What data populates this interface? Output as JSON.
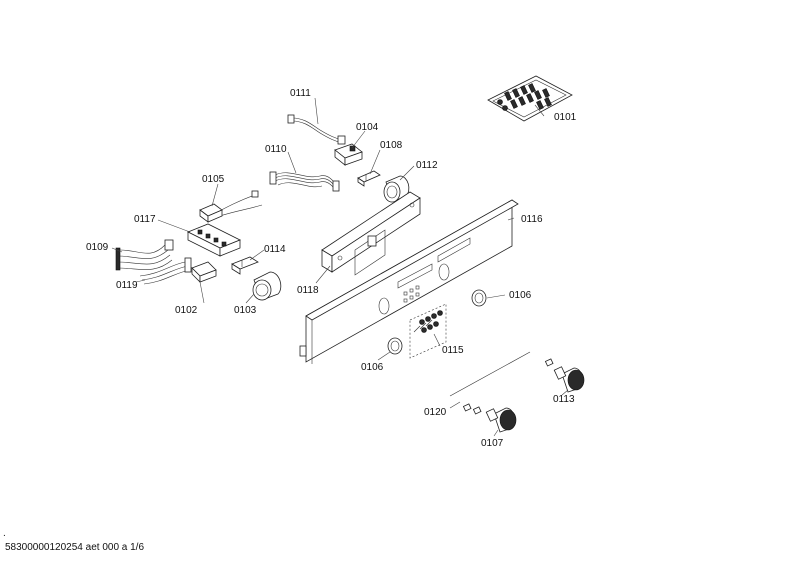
{
  "parts": [
    {
      "id": "p0101",
      "label": "0101"
    },
    {
      "id": "p0102",
      "label": "0102"
    },
    {
      "id": "p0103",
      "label": "0103"
    },
    {
      "id": "p0104",
      "label": "0104"
    },
    {
      "id": "p0105",
      "label": "0105"
    },
    {
      "id": "p0106a",
      "label": "0106"
    },
    {
      "id": "p0106b",
      "label": "0106"
    },
    {
      "id": "p0107",
      "label": "0107"
    },
    {
      "id": "p0108",
      "label": "0108"
    },
    {
      "id": "p0109",
      "label": "0109"
    },
    {
      "id": "p0110",
      "label": "0110"
    },
    {
      "id": "p0111",
      "label": "0111"
    },
    {
      "id": "p0112",
      "label": "0112"
    },
    {
      "id": "p0113",
      "label": "0113"
    },
    {
      "id": "p0114",
      "label": "0114"
    },
    {
      "id": "p0115",
      "label": "0115"
    },
    {
      "id": "p0116",
      "label": "0116"
    },
    {
      "id": "p0117",
      "label": "0117"
    },
    {
      "id": "p0118",
      "label": "0118"
    },
    {
      "id": "p0119",
      "label": "0119"
    },
    {
      "id": "p0120",
      "label": "0120"
    }
  ],
  "footer": {
    "mark": ".",
    "text": "58300000120254 aet 000 a 1/6"
  }
}
